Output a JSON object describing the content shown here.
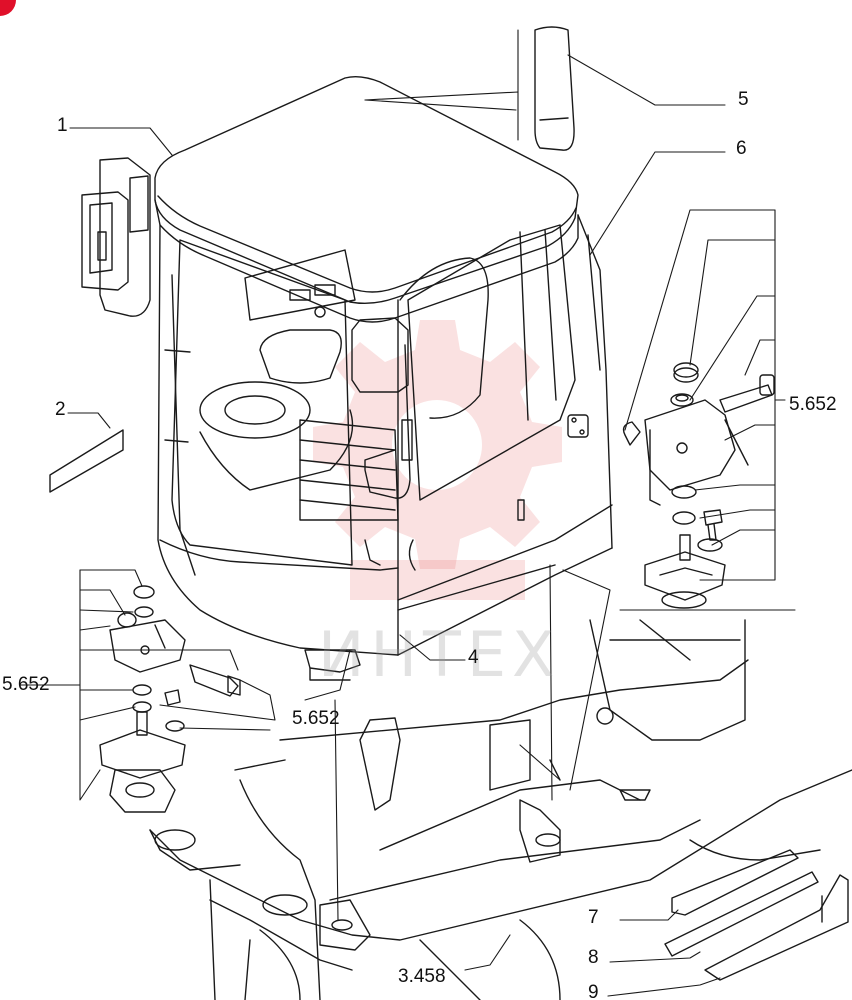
{
  "callouts": {
    "c1": "1",
    "c2": "2",
    "c4": "4",
    "c5": "5",
    "c6": "6",
    "c7": "7",
    "c8": "8",
    "c9": "9",
    "ref_right": "5.652",
    "ref_left": "5.652",
    "ref_center": "5.652",
    "ref_bottom": "3.458"
  },
  "watermark": {
    "text": "ИНТЕХ",
    "color": "#e8a0a0"
  },
  "colors": {
    "line": "#1a1a1a",
    "corner_badge": "#e0102a"
  }
}
